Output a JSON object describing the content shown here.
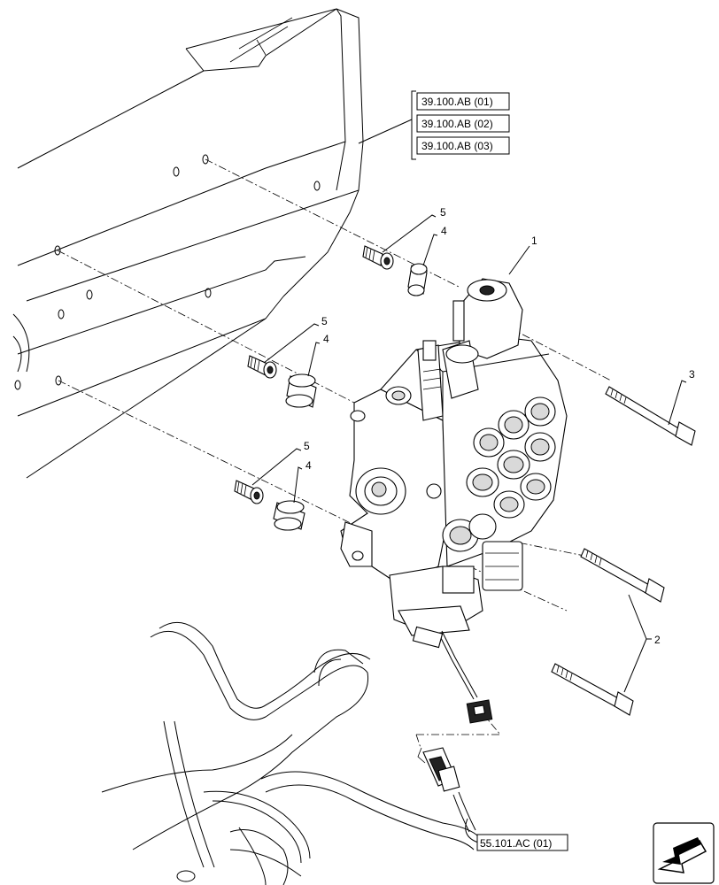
{
  "references": {
    "frame_1": "39.100.AB (01)",
    "frame_2": "39.100.AB (02)",
    "frame_3": "39.100.AB (03)",
    "harness": "55.101.AC (01)"
  },
  "callouts": {
    "valve": "1",
    "bolt_long_lower": "2",
    "bolt_upper": "3",
    "spacer_top": "4",
    "spacer_mid": "4",
    "spacer_bottom": "4",
    "stud_top": "5",
    "stud_mid": "5",
    "stud_bottom": "5"
  },
  "icons": {
    "navigation": "arrow-return-icon"
  }
}
